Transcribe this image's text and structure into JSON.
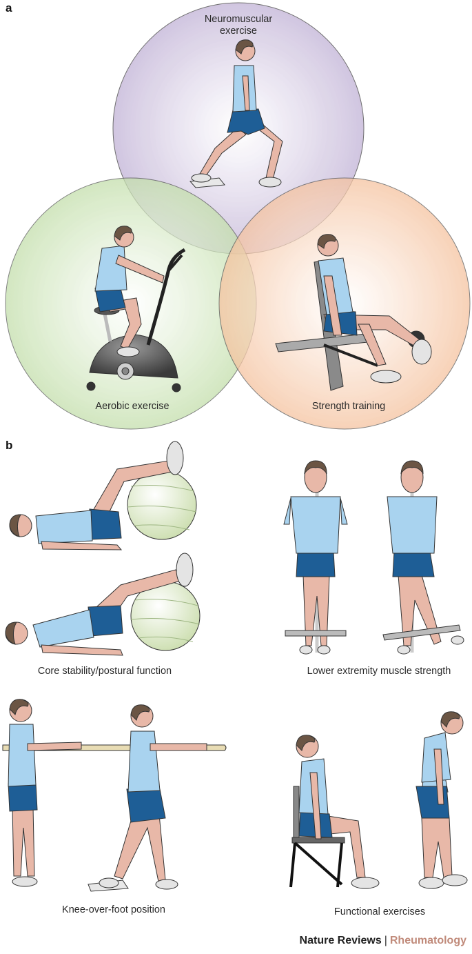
{
  "panel_a": {
    "letter": "a",
    "circles": {
      "neuromuscular": {
        "label": "Neuromuscular\nexercise",
        "color": "#cbbfdc"
      },
      "aerobic": {
        "label": "Aerobic exercise",
        "color": "#c9e2b3"
      },
      "strength": {
        "label": "Strength training",
        "color": "#f6c9a8"
      }
    }
  },
  "panel_b": {
    "letter": "b",
    "labels": {
      "core": "Core stability/postural function",
      "lower": "Lower extremity muscle strength",
      "knee": "Knee-over-foot position",
      "functional": "Functional exercises"
    }
  },
  "footer": {
    "journal": "Nature Reviews",
    "separator": "|",
    "section": "Rheumatology",
    "section_color": "#c08a7a"
  },
  "palette": {
    "shirt": "#a9d3ef",
    "shorts": "#1e5e96",
    "skin": "#e8b8a8",
    "hair": "#6b5544",
    "ball": "#e6f0d0",
    "shoe": "#e4e4e4"
  }
}
